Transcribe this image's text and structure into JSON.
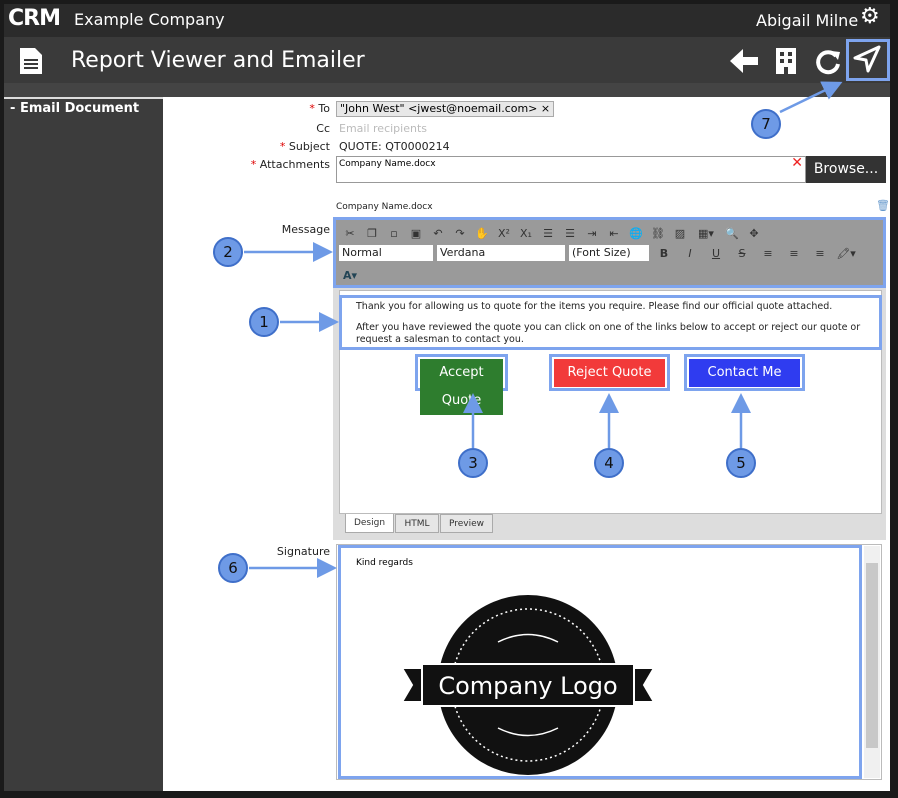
{
  "header": {
    "logo": "CRM",
    "company": "Example Company",
    "user": "Abigail Milne"
  },
  "subheader": {
    "title": "Report Viewer and Emailer"
  },
  "sidebar": {
    "item": "Email Document"
  },
  "form": {
    "to_label": "To",
    "to_value": "\"John West\" <jwest@noemail.com>",
    "cc_label": "Cc",
    "cc_placeholder": "Email recipients",
    "subject_label": "Subject",
    "subject_value": "QUOTE: QT0000214",
    "attachments_label": "Attachments",
    "attachment_file": "Company Name.docx",
    "browse_label": "Browse...",
    "attachment_caption": "Company Name.docx",
    "message_label": "Message",
    "signature_label": "Signature"
  },
  "editor": {
    "format": "Normal",
    "font": "Verdana",
    "font_size": "(Font Size)",
    "bold": "B",
    "italic": "I",
    "underline": "U",
    "strike": "S",
    "body_line1": "Thank you for allowing us to quote for the items you require. Please find our official quote attached.",
    "body_line2": "After you have reviewed the quote you can click on one of the links below to accept or reject our quote or request a salesman to contact you.",
    "accept": "Accept Quote",
    "reject": "Reject Quote",
    "contact": "Contact Me",
    "tabs": [
      "Design",
      "HTML",
      "Preview"
    ]
  },
  "signature": {
    "text": "Kind regards",
    "logo_text": "Company Logo"
  },
  "callouts": [
    "1",
    "2",
    "3",
    "4",
    "5",
    "6",
    "7"
  ],
  "colors": {
    "accept": "#2e7d2e",
    "reject": "#f23a3a",
    "contact": "#2f3cf0",
    "callout": "#6e9ae6"
  }
}
